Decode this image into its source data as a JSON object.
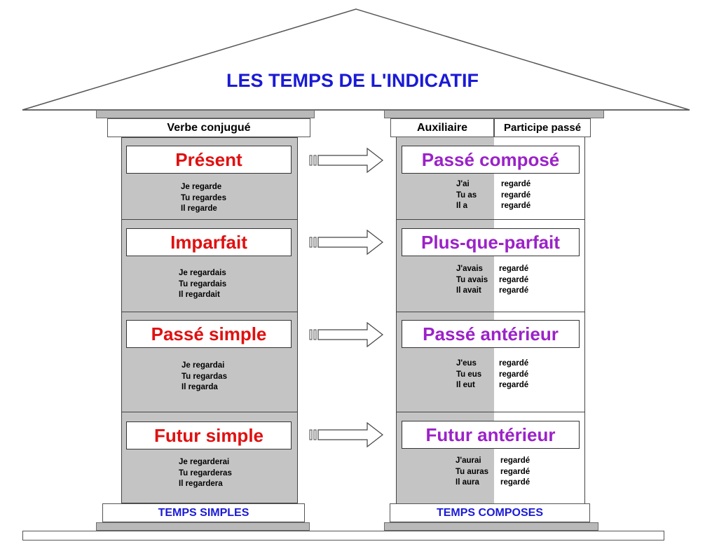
{
  "title": "LES TEMPS DE L'INDICATIF",
  "headers": {
    "left": "Verbe conjugué",
    "auxiliaire": "Auxiliaire",
    "participe": "Participe passé"
  },
  "footers": {
    "left": "TEMPS SIMPLES",
    "right": "TEMPS COMPOSES"
  },
  "rows": [
    {
      "simple": "Présent",
      "simple_conj": [
        "Je regarde",
        "Tu regardes",
        "Il regarde"
      ],
      "compose": "Passé composé",
      "aux": [
        "J'ai",
        "Tu as",
        "Il a"
      ],
      "part": [
        "regardé",
        "regardé",
        "regardé"
      ]
    },
    {
      "simple": "Imparfait",
      "simple_conj": [
        "Je regardais",
        "Tu regardais",
        "Il regardait"
      ],
      "compose": "Plus-que-parfait",
      "aux": [
        "J'avais",
        "Tu avais",
        "Il avait"
      ],
      "part": [
        "regardé",
        "regardé",
        "regardé"
      ]
    },
    {
      "simple": "Passé simple",
      "simple_conj": [
        "Je regardai",
        "Tu regardas",
        "Il regarda"
      ],
      "compose": "Passé antérieur",
      "aux": [
        "J'eus",
        "Tu eus",
        "Il eut"
      ],
      "part": [
        "regardé",
        "regardé",
        "regardé"
      ]
    },
    {
      "simple": "Futur simple",
      "simple_conj": [
        "Je regarderai",
        "Tu regarderas",
        "Il regardera"
      ],
      "compose": "Futur antérieur",
      "aux": [
        "J'aurai",
        "Tu auras",
        "Il aura"
      ],
      "part": [
        "regardé",
        "regardé",
        "regardé"
      ]
    }
  ],
  "colors": {
    "title": "#1a1ad6",
    "simple_tense": "#e01010",
    "compound_tense": "#9b22c8",
    "column_fill": "#c4c4c4"
  }
}
